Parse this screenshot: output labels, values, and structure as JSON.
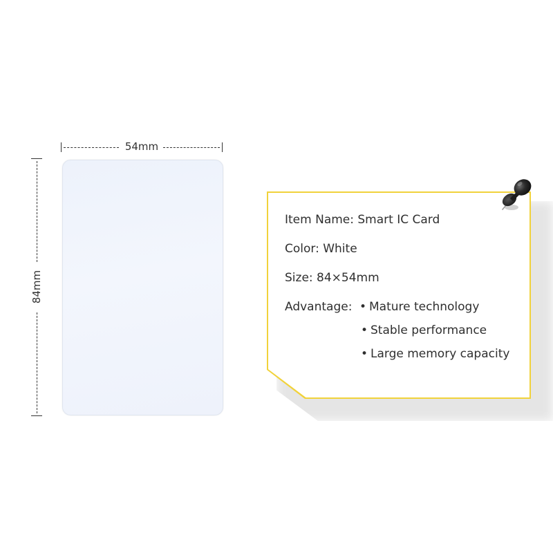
{
  "dimensions": {
    "width_label": "54mm",
    "height_label": "84mm"
  },
  "card": {
    "color": "#eef2fb"
  },
  "note": {
    "border_color": "#f1d23a",
    "item_name": "Item Name: Smart IC Card",
    "color": "Color: White",
    "size": "Size: 84×54mm",
    "advantage_label": "Advantage:",
    "advantages": [
      "Mature technology",
      "Stable performance",
      "Large memory capacity"
    ]
  },
  "icons": {
    "pin": "pushpin-icon"
  }
}
